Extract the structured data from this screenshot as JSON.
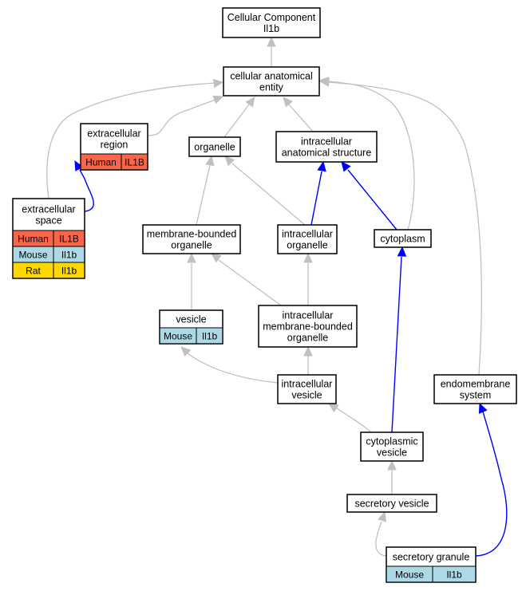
{
  "colors": {
    "human": "#f9654b",
    "mouse": "#add8e6",
    "rat": "#ffd700",
    "is_a_edge": "#c0c0c0",
    "part_of_edge": "#0000ff"
  },
  "nodes": [
    {
      "id": "root",
      "lines": [
        "Cellular Component",
        "Il1b"
      ],
      "rows": []
    },
    {
      "id": "cae",
      "lines": [
        "cellular anatomical",
        "entity"
      ],
      "rows": []
    },
    {
      "id": "exreg",
      "lines": [
        "extracellular",
        "region"
      ],
      "rows": [
        {
          "species": "Human",
          "gene": "IL1B",
          "color_key": "human"
        }
      ]
    },
    {
      "id": "organelle",
      "lines": [
        "organelle"
      ],
      "rows": []
    },
    {
      "id": "ias",
      "lines": [
        "intracellular",
        "anatomical structure"
      ],
      "rows": []
    },
    {
      "id": "exsp",
      "lines": [
        "extracellular",
        "space"
      ],
      "rows": [
        {
          "species": "Human",
          "gene": "IL1B",
          "color_key": "human"
        },
        {
          "species": "Mouse",
          "gene": "Il1b",
          "color_key": "mouse"
        },
        {
          "species": "Rat",
          "gene": "Il1b",
          "color_key": "rat"
        }
      ]
    },
    {
      "id": "mbo",
      "lines": [
        "membrane-bounded",
        "organelle"
      ],
      "rows": []
    },
    {
      "id": "io",
      "lines": [
        "intracellular",
        "organelle"
      ],
      "rows": []
    },
    {
      "id": "cyto",
      "lines": [
        "cytoplasm"
      ],
      "rows": []
    },
    {
      "id": "vesicle",
      "lines": [
        "vesicle"
      ],
      "rows": [
        {
          "species": "Mouse",
          "gene": "Il1b",
          "color_key": "mouse"
        }
      ]
    },
    {
      "id": "imbo",
      "lines": [
        "intracellular",
        "membrane-bounded",
        "organelle"
      ],
      "rows": []
    },
    {
      "id": "iv",
      "lines": [
        "intracellular",
        "vesicle"
      ],
      "rows": []
    },
    {
      "id": "endo",
      "lines": [
        "endomembrane",
        "system"
      ],
      "rows": []
    },
    {
      "id": "cv",
      "lines": [
        "cytoplasmic",
        "vesicle"
      ],
      "rows": []
    },
    {
      "id": "sv",
      "lines": [
        "secretory vesicle"
      ],
      "rows": []
    },
    {
      "id": "sg",
      "lines": [
        "secretory granule"
      ],
      "rows": [
        {
          "species": "Mouse",
          "gene": "Il1b",
          "color_key": "mouse"
        }
      ]
    }
  ],
  "edges": [
    {
      "from": "cae",
      "to": "root",
      "type": "is_a"
    },
    {
      "from": "exreg",
      "to": "cae",
      "type": "is_a"
    },
    {
      "from": "organelle",
      "to": "cae",
      "type": "is_a"
    },
    {
      "from": "ias",
      "to": "cae",
      "type": "is_a"
    },
    {
      "from": "exsp",
      "to": "cae",
      "type": "is_a"
    },
    {
      "from": "exsp",
      "to": "exreg",
      "type": "part_of"
    },
    {
      "from": "mbo",
      "to": "organelle",
      "type": "is_a"
    },
    {
      "from": "io",
      "to": "organelle",
      "type": "is_a"
    },
    {
      "from": "io",
      "to": "ias",
      "type": "part_of"
    },
    {
      "from": "cyto",
      "to": "ias",
      "type": "part_of"
    },
    {
      "from": "cyto",
      "to": "cae",
      "type": "is_a"
    },
    {
      "from": "vesicle",
      "to": "mbo",
      "type": "is_a"
    },
    {
      "from": "imbo",
      "to": "mbo",
      "type": "is_a"
    },
    {
      "from": "imbo",
      "to": "io",
      "type": "is_a"
    },
    {
      "from": "iv",
      "to": "vesicle",
      "type": "is_a"
    },
    {
      "from": "iv",
      "to": "imbo",
      "type": "is_a"
    },
    {
      "from": "endo",
      "to": "cae",
      "type": "is_a"
    },
    {
      "from": "cv",
      "to": "iv",
      "type": "is_a"
    },
    {
      "from": "cv",
      "to": "cyto",
      "type": "part_of"
    },
    {
      "from": "sv",
      "to": "cv",
      "type": "is_a"
    },
    {
      "from": "sg",
      "to": "sv",
      "type": "is_a"
    },
    {
      "from": "sg",
      "to": "endo",
      "type": "part_of"
    }
  ]
}
